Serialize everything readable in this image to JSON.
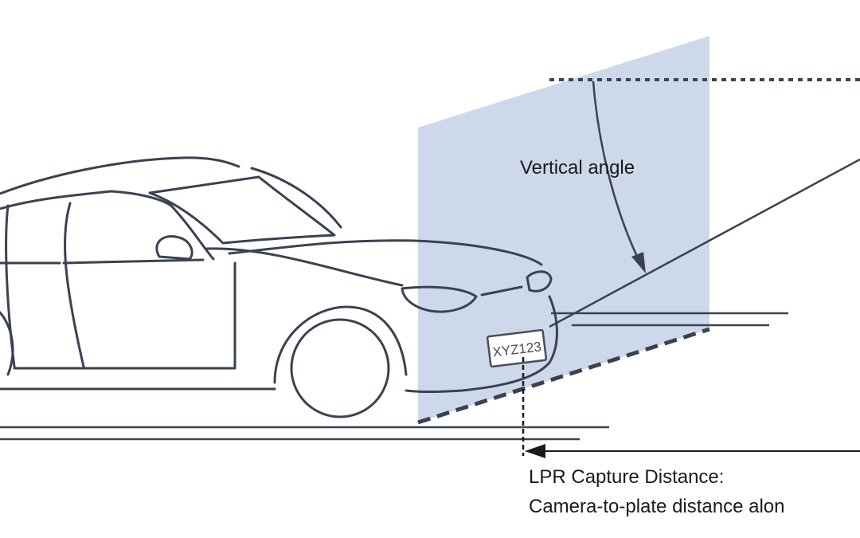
{
  "labels": {
    "vertical_angle": "Vertical angle",
    "capture_distance_line1": "LPR Capture Distance:",
    "capture_distance_line2": "Camera-to-plate distance alon"
  },
  "plate": {
    "text": "XYZ123"
  },
  "colors": {
    "capture_plane": "#cdd9ea",
    "car_outline": "#3a4252",
    "dashed_edge": "#3a4252",
    "text": "#1a1a1a"
  },
  "icons": {
    "arrowheads": "arrow-icon"
  }
}
